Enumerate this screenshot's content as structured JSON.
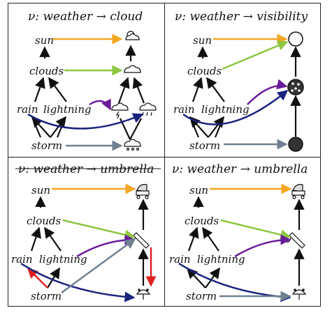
{
  "panels": [
    {
      "title": "ν: weather → cloud",
      "labels": {
        "sun": "sun",
        "clouds": "clouds",
        "rain": "rain",
        "lightning": "lightning",
        "storm": "storm"
      }
    },
    {
      "title": "ν: weather → visibility",
      "labels": {
        "sun": "sun",
        "clouds": "clouds",
        "rain": "rain",
        "lightning": "lightning",
        "storm": "storm"
      }
    },
    {
      "title": "ν: weather → umbrella",
      "labels": {
        "sun": "sun",
        "clouds": "clouds",
        "rain": "rain",
        "lightning": "lightning",
        "storm": "storm"
      }
    },
    {
      "title": "ν: weather → umbrella",
      "labels": {
        "sun": "sun",
        "clouds": "clouds",
        "rain": "rain",
        "lightning": "lightning",
        "storm": "storm"
      }
    }
  ],
  "colors": {
    "sun_arrow": "#f5a623",
    "clouds_arrow": "#8dc63f",
    "lightning_arrow": "#6a1b9a",
    "rain_arrow": "#1a237e",
    "storm_arrow": "#708090",
    "red_arrow": "#e02020"
  },
  "icons": [
    "sun-cloud-icon",
    "cloud-icon",
    "rain-lightning-cloud-icon",
    "rain-cloud-icon",
    "storm-cloud-icon",
    "empty-circle-icon",
    "dotted-circle-icon",
    "filled-circle-icon",
    "stroller-icon",
    "closed-umbrella-icon",
    "open-umbrella-icon"
  ]
}
